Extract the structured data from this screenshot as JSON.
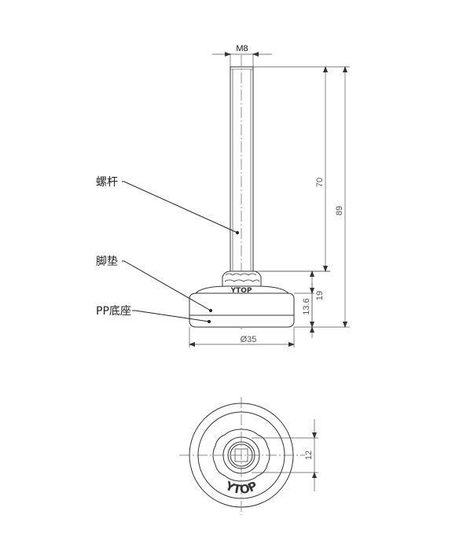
{
  "labels": {
    "rod": "螺杆",
    "pad": "脚垫",
    "base": "PP底座"
  },
  "dimensions": {
    "thread": "M8",
    "rod_length": "70",
    "total_height": "89",
    "base_height": "19",
    "pad_height": "13.6",
    "base_diameter": "Ø35",
    "hub_diameter": "12"
  },
  "logo": {
    "side_text": "YTOP",
    "top_text": "YTOP"
  },
  "colors": {
    "outline": "#333333",
    "dimension": "#555555",
    "background": "#ffffff"
  }
}
